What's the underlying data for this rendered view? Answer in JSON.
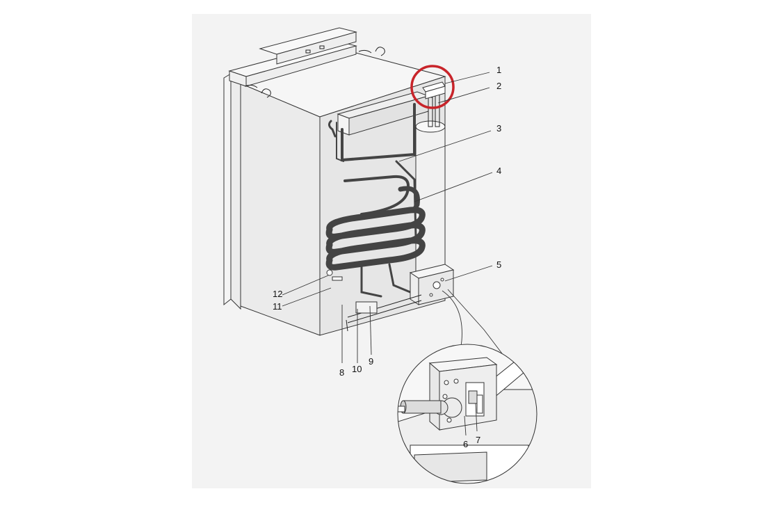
{
  "diagram": {
    "callouts": [
      {
        "id": "callout-1",
        "text": "1"
      },
      {
        "id": "callout-2",
        "text": "2"
      },
      {
        "id": "callout-3",
        "text": "3"
      },
      {
        "id": "callout-4",
        "text": "4"
      },
      {
        "id": "callout-5",
        "text": "5"
      },
      {
        "id": "callout-6",
        "text": "6"
      },
      {
        "id": "callout-7",
        "text": "7"
      },
      {
        "id": "callout-8",
        "text": "8"
      },
      {
        "id": "callout-9",
        "text": "9"
      },
      {
        "id": "callout-10",
        "text": "10"
      },
      {
        "id": "callout-11",
        "text": "11"
      },
      {
        "id": "callout-12",
        "text": "12"
      }
    ],
    "colors": {
      "background": "#ffffff",
      "panel": "#f2f2f2",
      "line": "#222222",
      "highlight_circle": "#c8242a"
    }
  }
}
